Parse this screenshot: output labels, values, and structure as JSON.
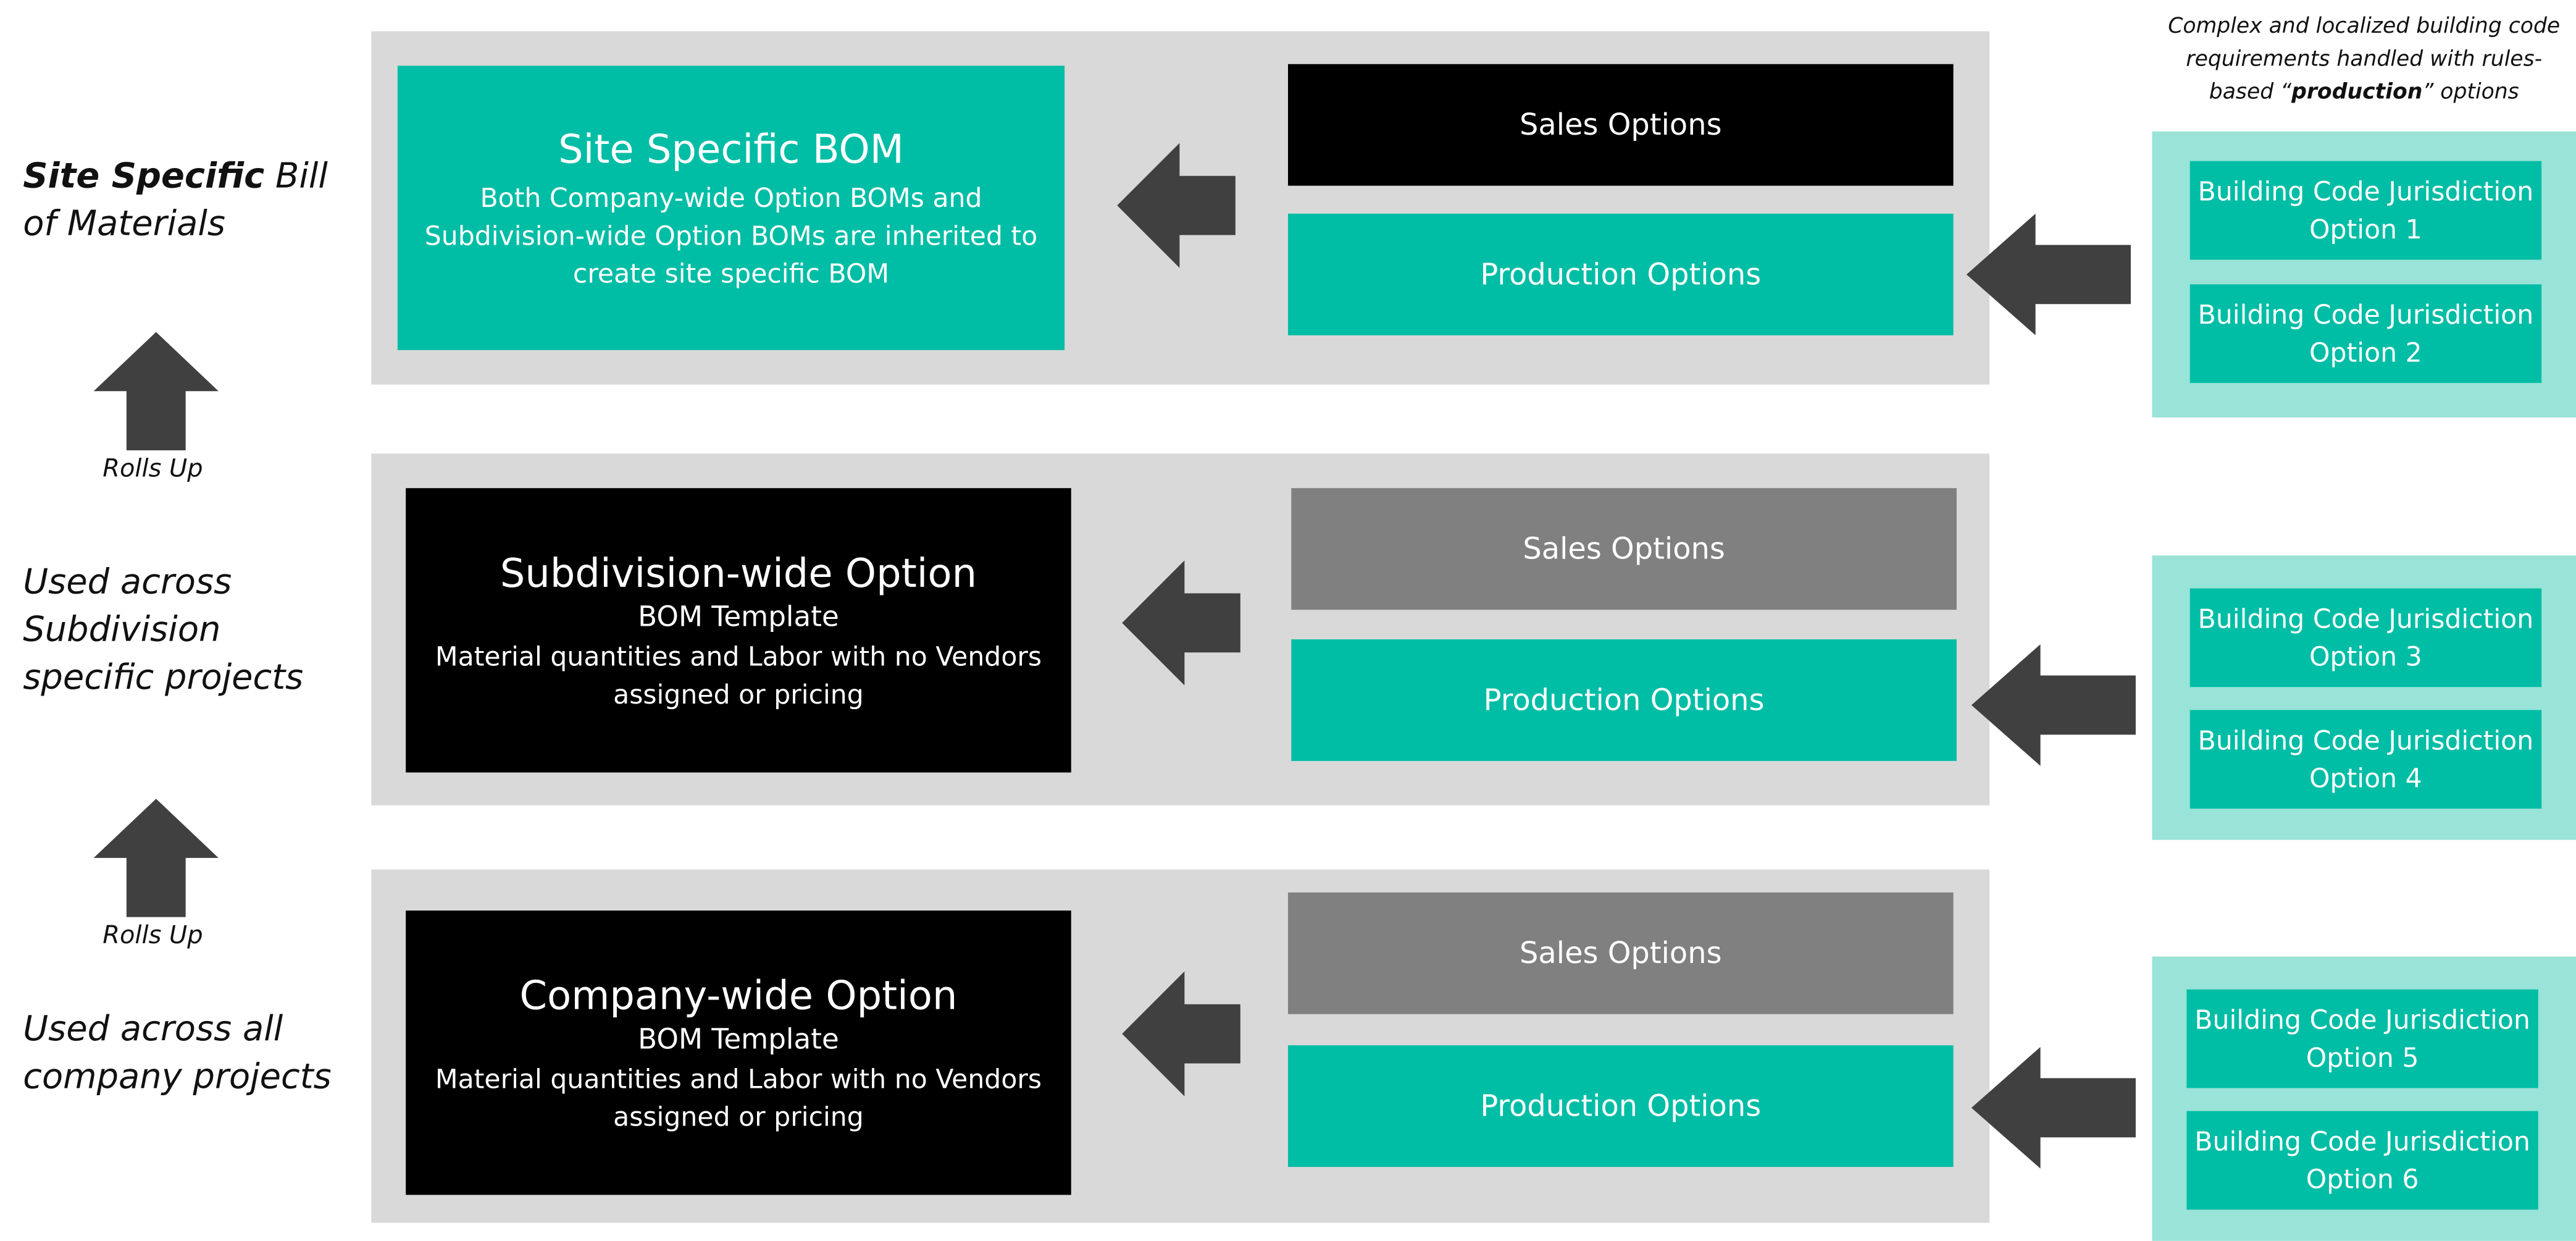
{
  "colors": {
    "teal": "#00bda5",
    "light_teal": "#99e3d8",
    "band_gray": "#d9d9d9",
    "gray_option": "#808080",
    "black": "#000000",
    "arrow_dark": "#404040"
  },
  "left_labels": {
    "site_bold": "Site Specific",
    "site_rest": " Bill of Materials",
    "subdivision": "Used across Subdivision specific projects",
    "company": "Used across all company projects",
    "rolls_up_1": "Rolls Up",
    "rolls_up_2": "Rolls Up"
  },
  "rows": {
    "site": {
      "title": "Site Specific BOM",
      "description": "Both Company-wide Option BOMs and Subdivision-wide Option BOMs are inherited to create site specific BOM",
      "sales_label": "Sales Options",
      "production_label": "Production Options"
    },
    "subdivision": {
      "title": "Subdivision-wide Option",
      "subtitle": "BOM Template",
      "description": "Material quantities and Labor with no Vendors assigned or pricing",
      "sales_label": "Sales Options",
      "production_label": "Production Options"
    },
    "company": {
      "title": "Company-wide Option",
      "subtitle": "BOM Template",
      "description": "Material quantities and Labor with no Vendors assigned or pricing",
      "sales_label": "Sales Options",
      "production_label": "Production Options"
    }
  },
  "top_note": {
    "part1": "Complex and localized building code requirements handled with rules-based “",
    "bold": "production",
    "part2": "” options"
  },
  "code_options": [
    "Building Code Jurisdiction Option 1",
    "Building Code Jurisdiction Option 2",
    "Building Code Jurisdiction Option 3",
    "Building Code Jurisdiction Option 4",
    "Building Code Jurisdiction Option 5",
    "Building Code Jurisdiction Option 6"
  ]
}
